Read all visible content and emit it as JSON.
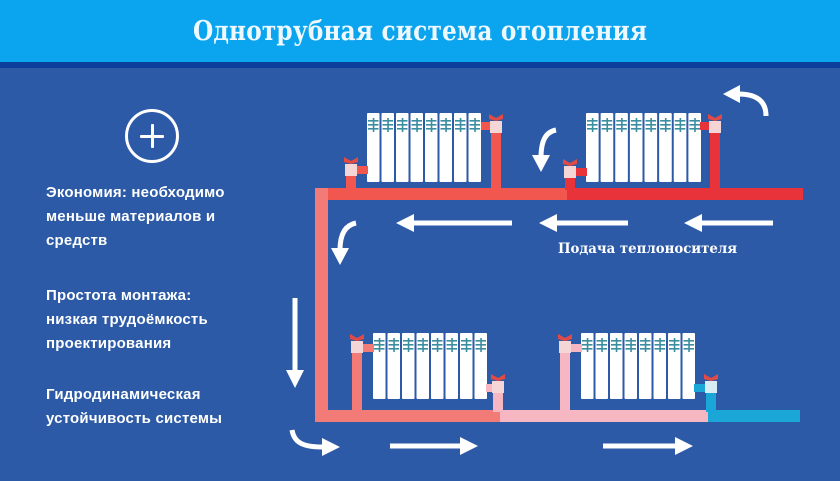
{
  "header": {
    "title": "Однотрубная система отопления"
  },
  "advantages": {
    "icon": "plus-circle-icon",
    "items": [
      {
        "lines": [
          "Экономия: необходимо",
          "меньше материалов и",
          "средств"
        ]
      },
      {
        "lines": [
          "Простота монтажа:",
          "низкая трудоёмкость",
          "проектирования"
        ]
      },
      {
        "lines": [
          "Гидродинамическая",
          "устойчивость системы"
        ]
      }
    ]
  },
  "diagram": {
    "supply_label": "Подача теплоносителя",
    "pipe_colors": {
      "supply_hot": "#e8333a",
      "supply_warm": "#f2574f",
      "riser": "#f27b77",
      "return_cool": "#f6b6c2",
      "return_cold": "#1ba6d8"
    },
    "radiator_sections": 8,
    "radiators": [
      {
        "position": "top-left"
      },
      {
        "position": "top-right"
      },
      {
        "position": "bottom-left"
      },
      {
        "position": "bottom-right"
      }
    ]
  }
}
